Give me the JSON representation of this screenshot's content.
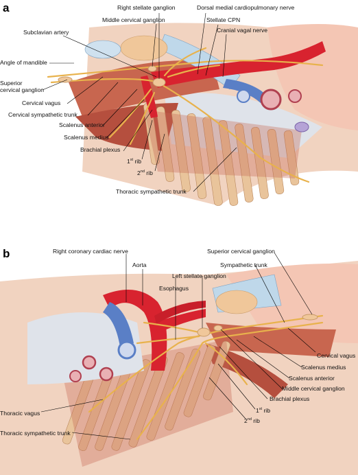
{
  "panels": {
    "a": {
      "letter": "a",
      "labels": {
        "right_stellate_ganglion": "Right stellate ganglion",
        "dorsal_medial_cpn": "Dorsal medial cardiopulmonary nerve",
        "middle_cervical_ganglion": "Middle cervical ganglion",
        "stellate_cpn": "Stellate CPN",
        "subclavian_artery": "Subclavian artery",
        "cranial_vagal_nerve": "Cranial vagal nerve",
        "angle_of_mandible": "Angle of mandible",
        "superior_cervical_ganglion_line1": "Superior",
        "superior_cervical_ganglion_line2": "cervical ganglion",
        "cervical_vagus": "Cervical vagus",
        "cervical_sympathetic_trunk": "Cervical sympathetic trunk",
        "scalenus_anterior": "Scalenus anterior",
        "scalenus_medius": "Scalenus medius",
        "brachial_plexus": "Brachial plexus",
        "first_rib_num": "1",
        "first_rib_sup": "st",
        "first_rib_word": " rib",
        "second_rib_num": "2",
        "second_rib_sup": "nd",
        "second_rib_word": " rib",
        "thoracic_sympathetic_trunk": "Thoracic sympathetic trunk"
      }
    },
    "b": {
      "letter": "b",
      "labels": {
        "right_coronary_cardiac_nerve": "Right coronary cardiac nerve",
        "superior_cervical_ganglion": "Superior cervical ganglion",
        "aorta": "Aorta",
        "sympathetic_trunk": "Sympathetic trunk",
        "left_stellate_ganglion": "Left stellate ganglion",
        "esophagus": "Esophagus",
        "cervical_vagus": "Cervical vagus",
        "scalenus_medius": "Scalenus medius",
        "scalenus_anterior": "Scalenus anterior",
        "middle_cervical_ganglion": "Middle cervical ganglion",
        "brachial_plexus": "Brachial plexus",
        "first_rib_num": "1",
        "first_rib_sup": "st",
        "first_rib_word": " rib",
        "second_rib_num": "2",
        "second_rib_sup": "nd",
        "second_rib_word": " rib",
        "thoracic_vagus": "Thoracic vagus",
        "thoracic_sympathetic_trunk": "Thoracic sympathetic trunk"
      }
    }
  },
  "colors": {
    "muscle": "#c8664f",
    "muscle_dark": "#9e3f31",
    "artery": "#d8232f",
    "vein": "#5a7fc6",
    "nerve": "#f3c66a",
    "ganglion": "#f0c79a",
    "rib": "#e9c49b",
    "skin": "#f1d3c0",
    "pleura": "#dfe3ea",
    "trachea": "#bfd8ea"
  }
}
